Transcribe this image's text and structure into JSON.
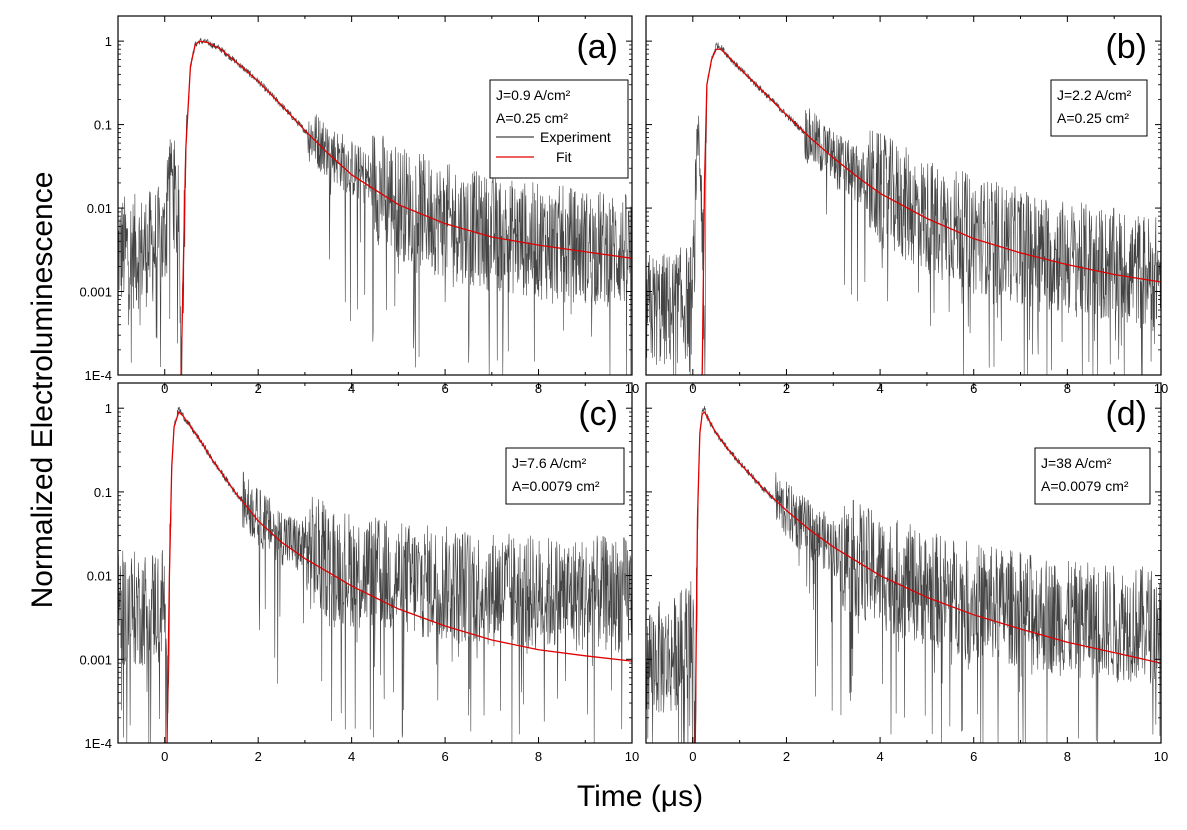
{
  "figure": {
    "xlabel": "Time (μs)",
    "ylabel": "Normalized Electroluminescence"
  },
  "legend_entries": {
    "experiment": "Experiment",
    "fit": "Fit"
  },
  "colors": {
    "experiment": "#444444",
    "fit": "#e00000",
    "axes": "#000000"
  },
  "chart_data": [
    {
      "type": "line",
      "panel": "(a)",
      "annotation": [
        "J=0.9 A/cm²",
        "A=0.25 cm²"
      ],
      "legend": [
        "Experiment",
        "Fit"
      ],
      "xlim": [
        -1,
        10
      ],
      "ylim": [
        0.0001,
        2
      ],
      "yscale": "log",
      "xticks": [
        0,
        2,
        4,
        6,
        8,
        10
      ],
      "yticks": [
        {
          "v": 1,
          "label": "1"
        },
        {
          "v": 0.1,
          "label": "0.1"
        },
        {
          "v": 0.01,
          "label": "0.01"
        },
        {
          "v": 0.001,
          "label": "0.001"
        },
        {
          "v": 0.0001,
          "label": "1E-4"
        }
      ],
      "series": [
        {
          "name": "Fit",
          "x": [
            0.35,
            0.45,
            0.55,
            0.65,
            0.75,
            0.9,
            1.2,
            1.6,
            2.0,
            2.5,
            3.0,
            3.5,
            4.0,
            5.0,
            6.0,
            7.0,
            8.0,
            9.0,
            10.0
          ],
          "y": [
            0.0001,
            0.05,
            0.5,
            0.9,
            1.0,
            0.97,
            0.8,
            0.52,
            0.33,
            0.17,
            0.085,
            0.045,
            0.025,
            0.011,
            0.0065,
            0.0045,
            0.0036,
            0.003,
            0.0025
          ]
        },
        {
          "name": "Experiment",
          "x": [
            -1,
            -0.5,
            0,
            0.1,
            0.2,
            0.3,
            0.35,
            0.45,
            0.55,
            0.65,
            0.75,
            0.9,
            1.2,
            1.6,
            2.0,
            2.5,
            3.0,
            3.5,
            4.0,
            5.0,
            6.0,
            7.0,
            8.0,
            9.0,
            10.0
          ],
          "y": [
            0.003,
            0.003,
            0.004,
            0.05,
            0.015,
            0.006,
            0.0001,
            0.05,
            0.5,
            0.9,
            1.0,
            0.97,
            0.8,
            0.52,
            0.33,
            0.17,
            0.085,
            0.05,
            0.03,
            0.012,
            0.007,
            0.005,
            0.004,
            0.0035,
            0.003
          ]
        }
      ]
    },
    {
      "type": "line",
      "panel": "(b)",
      "annotation": [
        "J=2.2 A/cm²",
        "A=0.25 cm²"
      ],
      "legend": [],
      "xlim": [
        -1,
        10
      ],
      "ylim": [
        0.0001,
        2
      ],
      "yscale": "log",
      "xticks": [
        0,
        2,
        4,
        6,
        8,
        10
      ],
      "yticks": [],
      "series": [
        {
          "name": "Fit",
          "x": [
            0.2,
            0.25,
            0.3,
            0.4,
            0.5,
            0.6,
            0.8,
            1.0,
            1.5,
            2.0,
            2.5,
            3.0,
            3.5,
            4.0,
            5.0,
            6.0,
            7.0,
            8.0,
            9.0,
            10.0
          ],
          "y": [
            0.0001,
            0.02,
            0.3,
            0.6,
            0.8,
            0.8,
            0.62,
            0.47,
            0.25,
            0.13,
            0.07,
            0.04,
            0.024,
            0.015,
            0.0075,
            0.0043,
            0.0029,
            0.0021,
            0.0016,
            0.0013
          ]
        },
        {
          "name": "Experiment",
          "x": [
            -1,
            -0.5,
            0,
            0.1,
            0.2,
            0.25,
            0.3,
            0.4,
            0.5,
            0.6,
            0.8,
            1.0,
            1.5,
            2.0,
            2.5,
            3.0,
            3.5,
            4.0,
            5.0,
            6.0,
            7.0,
            8.0,
            9.0,
            10.0
          ],
          "y": [
            0.0006,
            0.0006,
            0.0008,
            0.1,
            0.01,
            0.0001,
            0.3,
            0.6,
            0.9,
            0.85,
            0.62,
            0.47,
            0.25,
            0.13,
            0.07,
            0.04,
            0.025,
            0.016,
            0.008,
            0.005,
            0.0035,
            0.0025,
            0.002,
            0.0016
          ]
        }
      ]
    },
    {
      "type": "line",
      "panel": "(c)",
      "annotation": [
        "J=7.6 A/cm²",
        "A=0.0079 cm²"
      ],
      "legend": [],
      "xlim": [
        -1,
        10
      ],
      "ylim": [
        0.0001,
        2
      ],
      "yscale": "log",
      "xticks": [
        0,
        2,
        4,
        6,
        8,
        10
      ],
      "yticks": [
        {
          "v": 1,
          "label": "1"
        },
        {
          "v": 0.1,
          "label": "0.1"
        },
        {
          "v": 0.01,
          "label": "0.01"
        },
        {
          "v": 0.001,
          "label": "0.001"
        },
        {
          "v": 0.0001,
          "label": "1E-4"
        }
      ],
      "series": [
        {
          "name": "Fit",
          "x": [
            0.05,
            0.1,
            0.15,
            0.2,
            0.3,
            0.4,
            0.6,
            0.8,
            1.0,
            1.5,
            2.0,
            2.5,
            3.0,
            3.5,
            4.0,
            5.0,
            6.0,
            7.0,
            8.0,
            9.0,
            10.0
          ],
          "y": [
            0.0001,
            0.01,
            0.2,
            0.6,
            0.9,
            0.8,
            0.55,
            0.38,
            0.25,
            0.1,
            0.045,
            0.025,
            0.016,
            0.011,
            0.0075,
            0.004,
            0.0025,
            0.0017,
            0.0013,
            0.0011,
            0.00095
          ]
        },
        {
          "name": "Experiment",
          "x": [
            -1,
            -0.5,
            0,
            0.05,
            0.1,
            0.15,
            0.2,
            0.3,
            0.4,
            0.6,
            0.8,
            1.0,
            1.5,
            2.0,
            2.5,
            3.0,
            3.5,
            4.0,
            5.0,
            6.0,
            7.0,
            8.0,
            9.0,
            10.0
          ],
          "y": [
            0.004,
            0.004,
            0.005,
            0.0001,
            0.01,
            0.2,
            0.6,
            1.0,
            0.8,
            0.55,
            0.38,
            0.25,
            0.1,
            0.05,
            0.03,
            0.02,
            0.015,
            0.012,
            0.009,
            0.008,
            0.007,
            0.006,
            0.006,
            0.006
          ]
        }
      ]
    },
    {
      "type": "line",
      "panel": "(d)",
      "annotation": [
        "J=38 A/cm²",
        "A=0.0079 cm²"
      ],
      "legend": [],
      "xlim": [
        -1,
        10
      ],
      "ylim": [
        0.0001,
        2
      ],
      "yscale": "log",
      "xticks": [
        0,
        2,
        4,
        6,
        8,
        10
      ],
      "yticks": [],
      "series": [
        {
          "name": "Fit",
          "x": [
            0.05,
            0.1,
            0.15,
            0.2,
            0.25,
            0.3,
            0.5,
            0.7,
            1.0,
            1.5,
            2.0,
            2.5,
            3.0,
            4.0,
            5.0,
            6.0,
            7.0,
            8.0,
            9.0,
            10.0
          ],
          "y": [
            0.0001,
            0.05,
            0.5,
            0.85,
            0.9,
            0.8,
            0.5,
            0.35,
            0.22,
            0.11,
            0.06,
            0.035,
            0.022,
            0.01,
            0.0055,
            0.0034,
            0.0023,
            0.0016,
            0.0012,
            0.0009
          ]
        },
        {
          "name": "Experiment",
          "x": [
            -1,
            -0.5,
            0,
            0.05,
            0.1,
            0.15,
            0.2,
            0.25,
            0.3,
            0.5,
            0.7,
            1.0,
            1.5,
            2.0,
            2.5,
            3.0,
            4.0,
            5.0,
            6.0,
            7.0,
            8.0,
            9.0,
            10.0
          ],
          "y": [
            0.001,
            0.001,
            0.002,
            0.0001,
            0.05,
            0.5,
            0.9,
            1.0,
            0.8,
            0.5,
            0.35,
            0.22,
            0.11,
            0.06,
            0.035,
            0.022,
            0.011,
            0.007,
            0.005,
            0.004,
            0.003,
            0.0028,
            0.0025
          ]
        }
      ]
    }
  ]
}
